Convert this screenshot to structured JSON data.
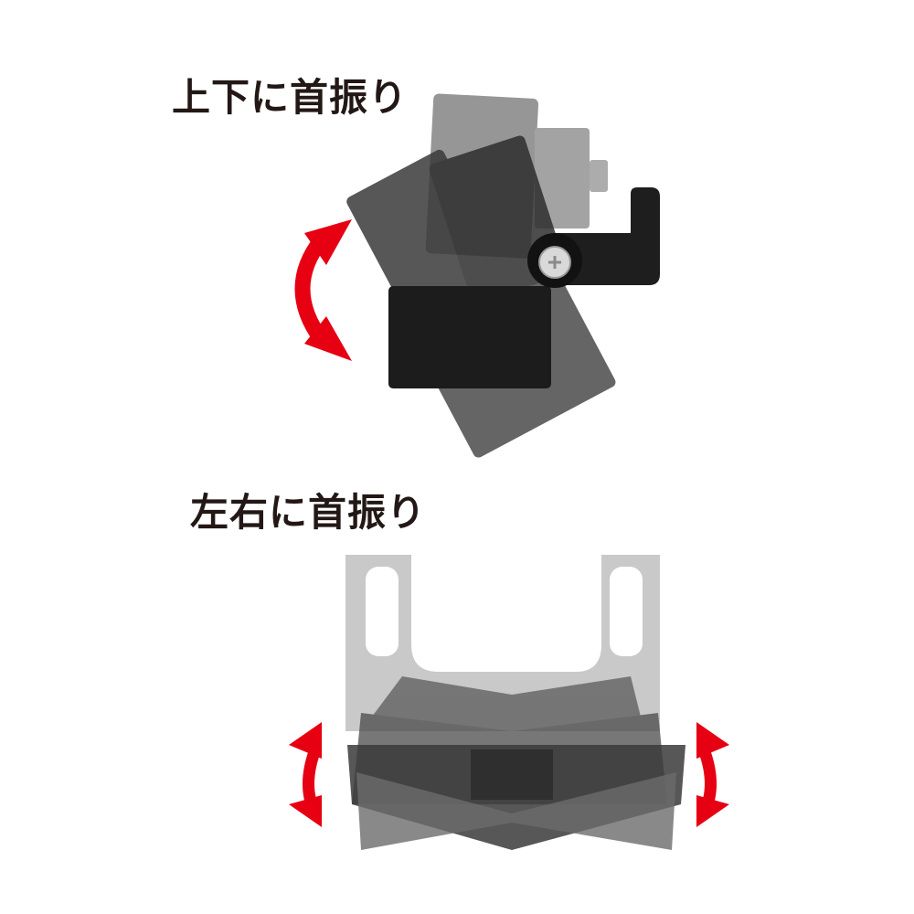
{
  "labels": {
    "tilt": "上下に首振り",
    "swivel": "左右に首振り"
  },
  "figures": {
    "tilt": {
      "description": "Black mount bracket shown in multiple overlapping tilt positions around a screw pivot",
      "icons": [
        "curved-double-arrow-icon",
        "screw-icon",
        "l-bracket"
      ]
    },
    "swivel": {
      "description": "Mount viewed from front, body swiveling left/right over a gray mounting plate with two slotted holes",
      "icons": [
        "curved-double-arrow-left-icon",
        "curved-double-arrow-right-icon",
        "mounting-plate"
      ]
    }
  },
  "colors": {
    "text": "#231815",
    "arrow": "#e60012",
    "body_dark": "#1e1e1e",
    "body_ghost": "#555555",
    "plate": "#c8c8c8"
  }
}
